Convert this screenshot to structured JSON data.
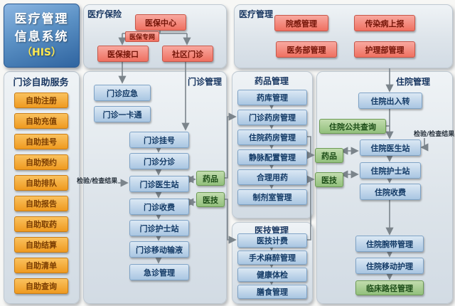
{
  "system_title": {
    "line1": "医疗管理",
    "line2": "信息系统",
    "line3": "（HIS）"
  },
  "insurance_panel": {
    "label": "医疗保险",
    "center_node": "医保中心",
    "network_tag": "医保专网",
    "interface_node": "医保接口",
    "community_node": "社区门诊"
  },
  "admin_panel": {
    "label": "医疗管理",
    "infection": "院感管理",
    "infectious_report": "传染病上报",
    "medical_affairs": "医务部管理",
    "nursing_dept": "护理部管理"
  },
  "self_service_panel": {
    "label": "门诊自助服务",
    "items": [
      "自助注册",
      "自助充值",
      "自助挂号",
      "自助预约",
      "自助排队",
      "自助报告",
      "自助取药",
      "自助结算",
      "自助清单",
      "自助查询"
    ]
  },
  "outpatient_panel": {
    "label": "门诊管理",
    "emergency": "门诊应急",
    "one_card": "门诊一卡通",
    "chain": [
      "门诊挂号",
      "门诊分诊",
      "门诊医生站",
      "门诊收费",
      "门诊护士站",
      "门诊移动输液",
      "急诊管理"
    ],
    "results_label": "检验/检查结果"
  },
  "pharmacy_panel": {
    "label": "药品管理",
    "chain": [
      "药库管理",
      "门诊药房管理",
      "住院药房管理",
      "静脉配置管理",
      "合理用药",
      "制剂室管理"
    ]
  },
  "medtech_panel": {
    "label": "医技管理",
    "chain": [
      "医技计费",
      "手术麻醉管理",
      "健康体检",
      "膳食管理"
    ]
  },
  "inpatient_panel": {
    "label": "住院管理",
    "admission_transfer": "住院出入转",
    "public_query": "住院公共查询",
    "doctor_station": "住院医生站",
    "nurse_station": "住院护士站",
    "billing": "住院收费",
    "wristband": "住院腕带管理",
    "mobile_nursing": "住院移动护理",
    "clinical_pathway": "临床路径管理",
    "results_label": "检验/检查结果"
  },
  "connector_nodes": {
    "drug": "药品",
    "tech": "医技"
  },
  "colors": {
    "panel_bg": "#dde4ea",
    "red_node": "#ef7060",
    "orange_node": "#ef9a20",
    "blue_node": "#a9c6e2",
    "green_node": "#92c07c",
    "title_bg": "#2f64a0",
    "his_text": "#ffe94f",
    "arrow": "#7b848b"
  }
}
